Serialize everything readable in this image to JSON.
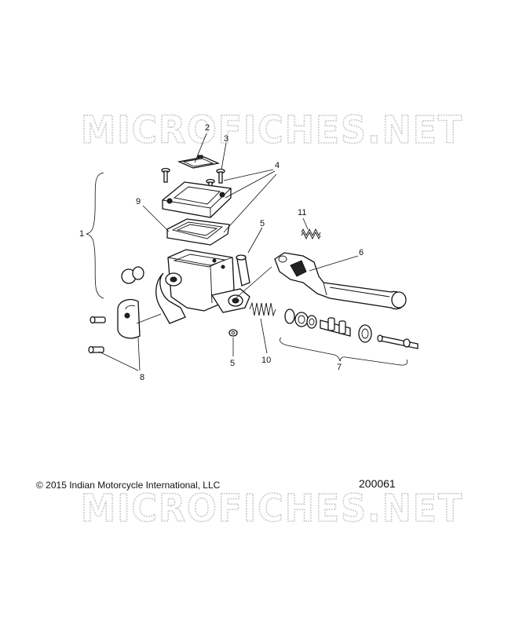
{
  "watermark": {
    "text": "MICROFICHES.NET"
  },
  "callouts": [
    {
      "id": "1",
      "label": "1"
    },
    {
      "id": "2",
      "label": "2"
    },
    {
      "id": "3",
      "label": "3"
    },
    {
      "id": "4",
      "label": "4"
    },
    {
      "id": "5a",
      "label": "5"
    },
    {
      "id": "5b",
      "label": "5"
    },
    {
      "id": "6",
      "label": "6"
    },
    {
      "id": "7",
      "label": "7"
    },
    {
      "id": "8",
      "label": "8"
    },
    {
      "id": "9",
      "label": "9"
    },
    {
      "id": "10",
      "label": "10"
    },
    {
      "id": "11",
      "label": "11"
    }
  ],
  "footer": {
    "copyright": "© 2015 Indian Motorcycle International, LLC",
    "drawing_number": "200061"
  }
}
